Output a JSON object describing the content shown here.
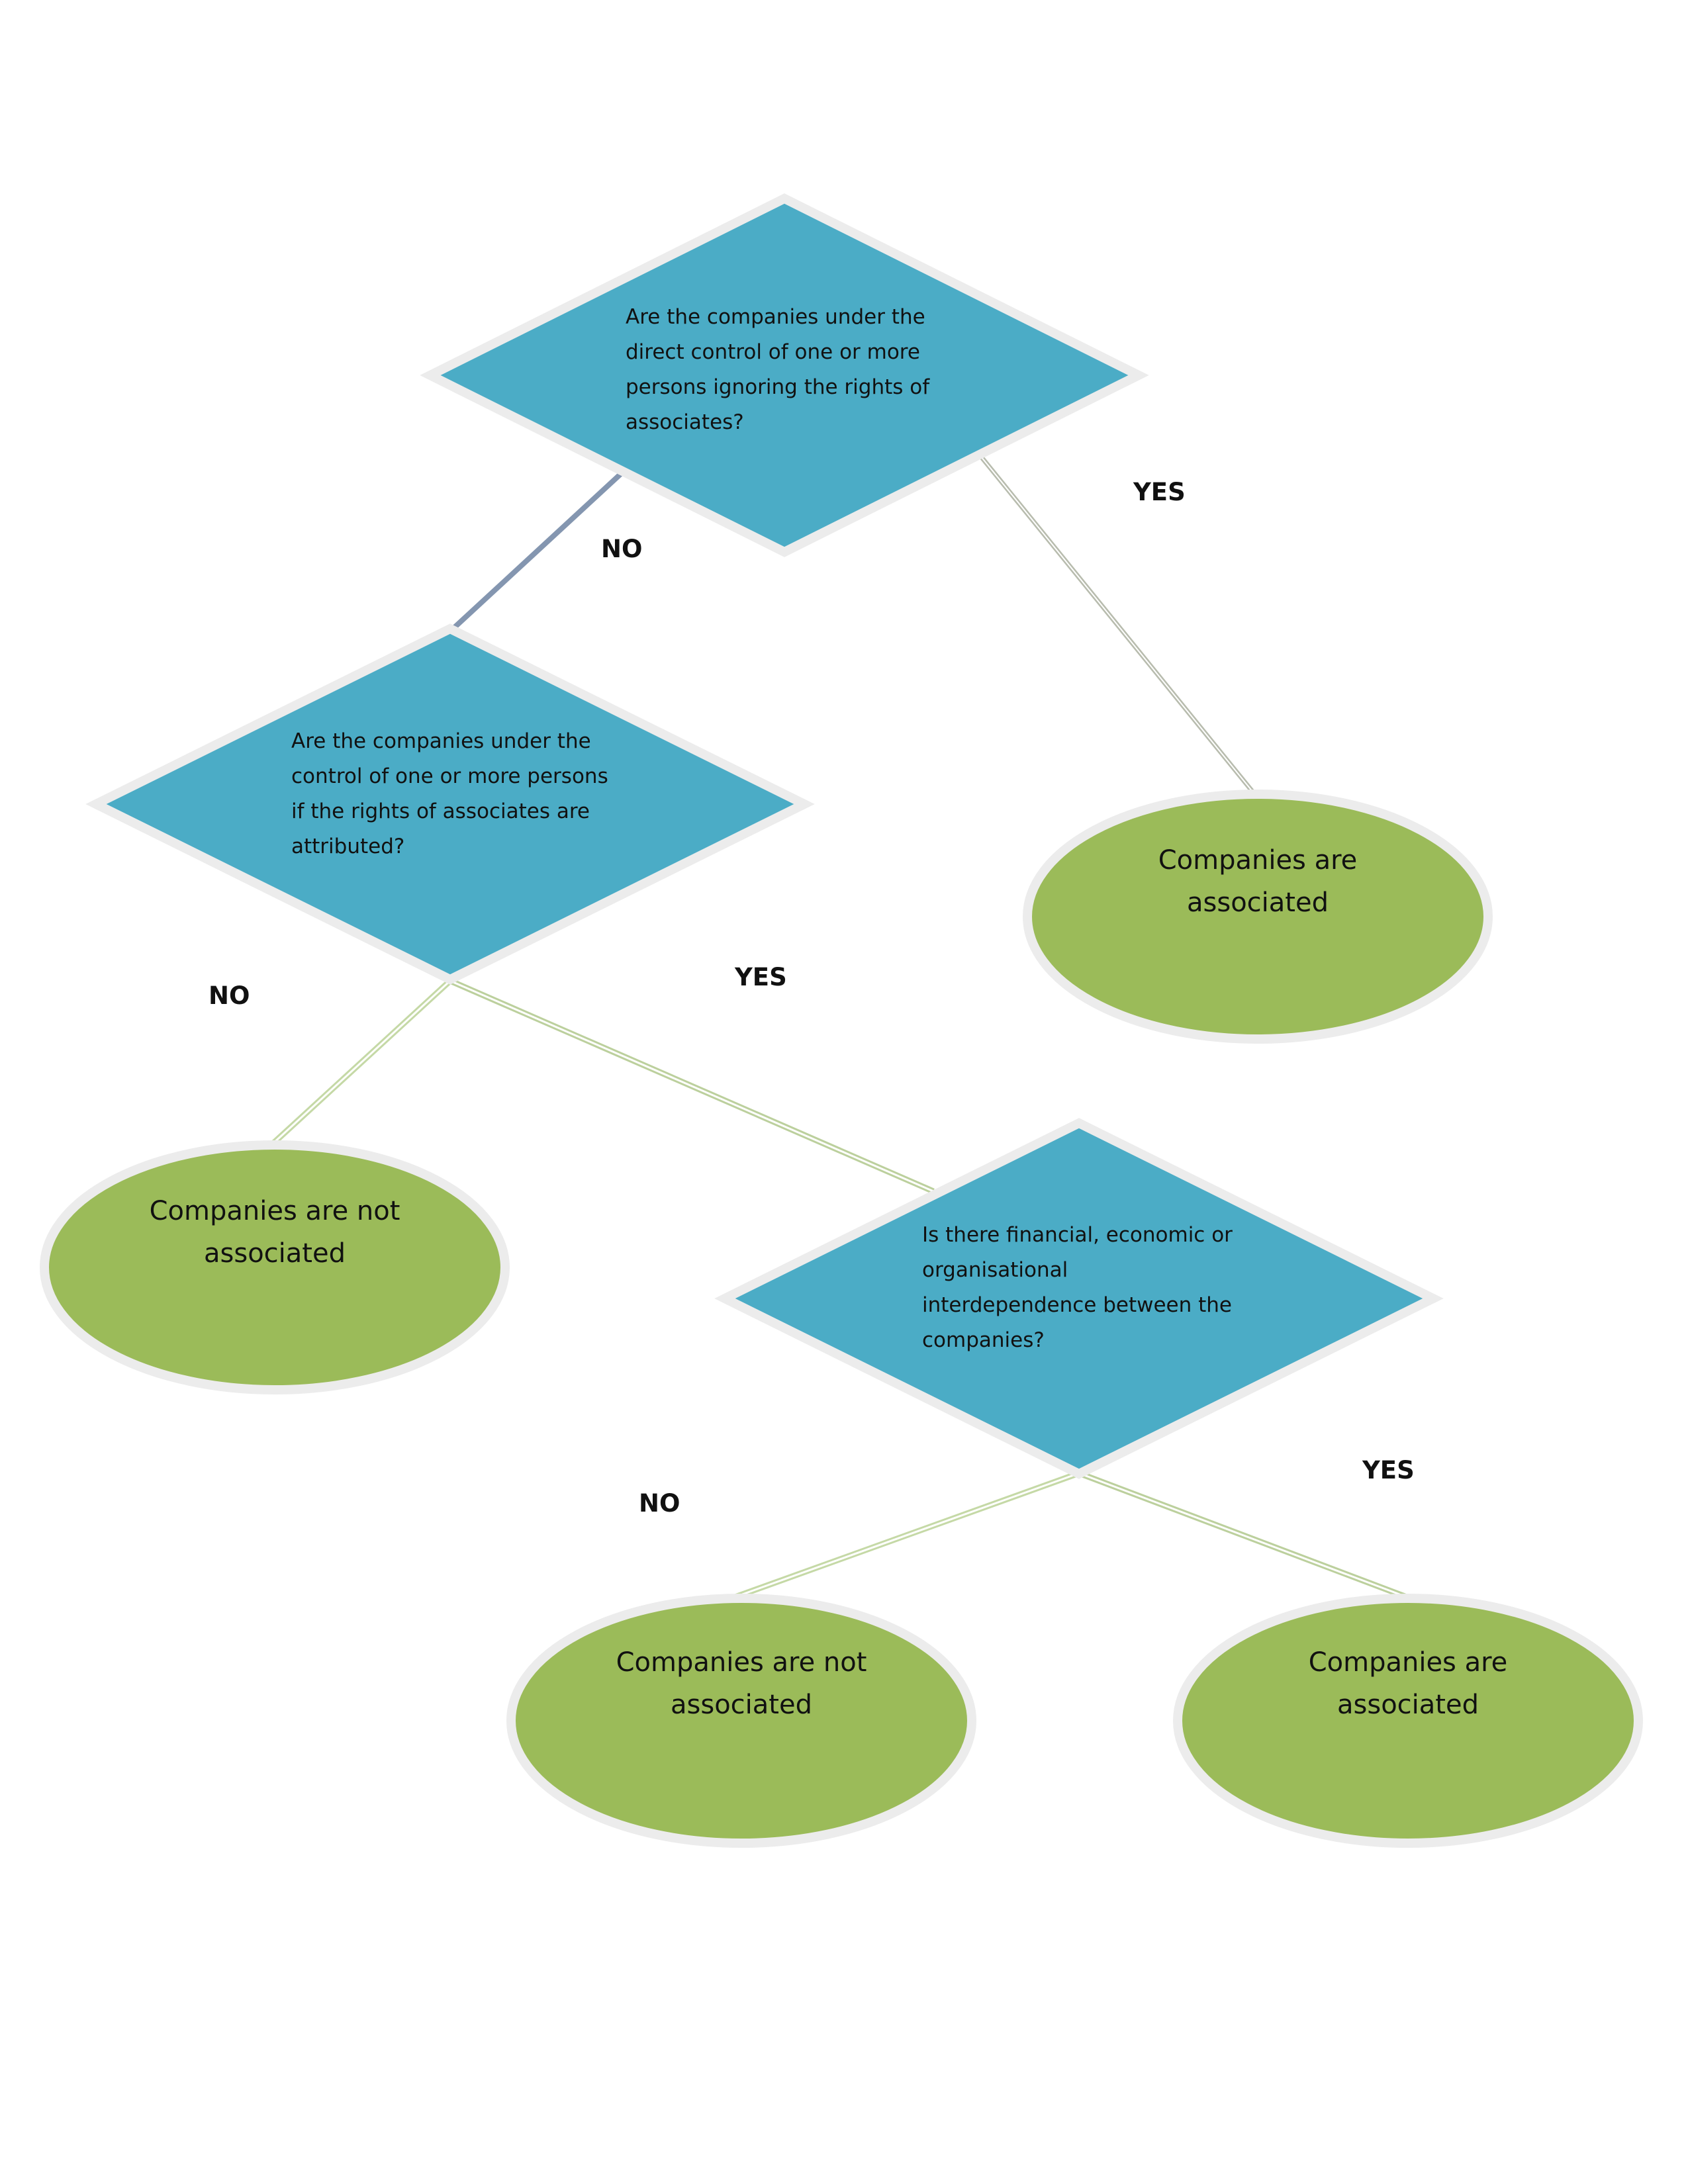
{
  "colors": {
    "decision_fill": "#4bacc6",
    "outcome_fill": "#9bbb59",
    "shape_halo": "#ececec",
    "connector_dark": "#8496b0",
    "connector_light": "#c5d9a6",
    "connector_gray": "#b8bcae"
  },
  "decisions": [
    {
      "id": "q1",
      "text": "Are the companies under the\ndirect control of one or more\npersons ignoring the rights of\nassociates?"
    },
    {
      "id": "q2",
      "text": "Are the companies under the\ncontrol of one or more persons\nif the rights of associates are\nattributed?"
    },
    {
      "id": "q3",
      "text": "Is there financial, economic or\norganisational\ninterdependence between the\ncompanies?"
    }
  ],
  "outcomes": [
    {
      "id": "o1",
      "text": "Companies are\nassociated"
    },
    {
      "id": "o2",
      "text": "Companies are not\nassociated"
    },
    {
      "id": "o3",
      "text": "Companies are not\nassociated"
    },
    {
      "id": "o4",
      "text": "Companies are\nassociated"
    }
  ],
  "edge_labels": {
    "q1_no": "NO",
    "q1_yes": "YES",
    "q2_no": "NO",
    "q2_yes": "YES",
    "q3_no": "NO",
    "q3_yes": "YES"
  }
}
